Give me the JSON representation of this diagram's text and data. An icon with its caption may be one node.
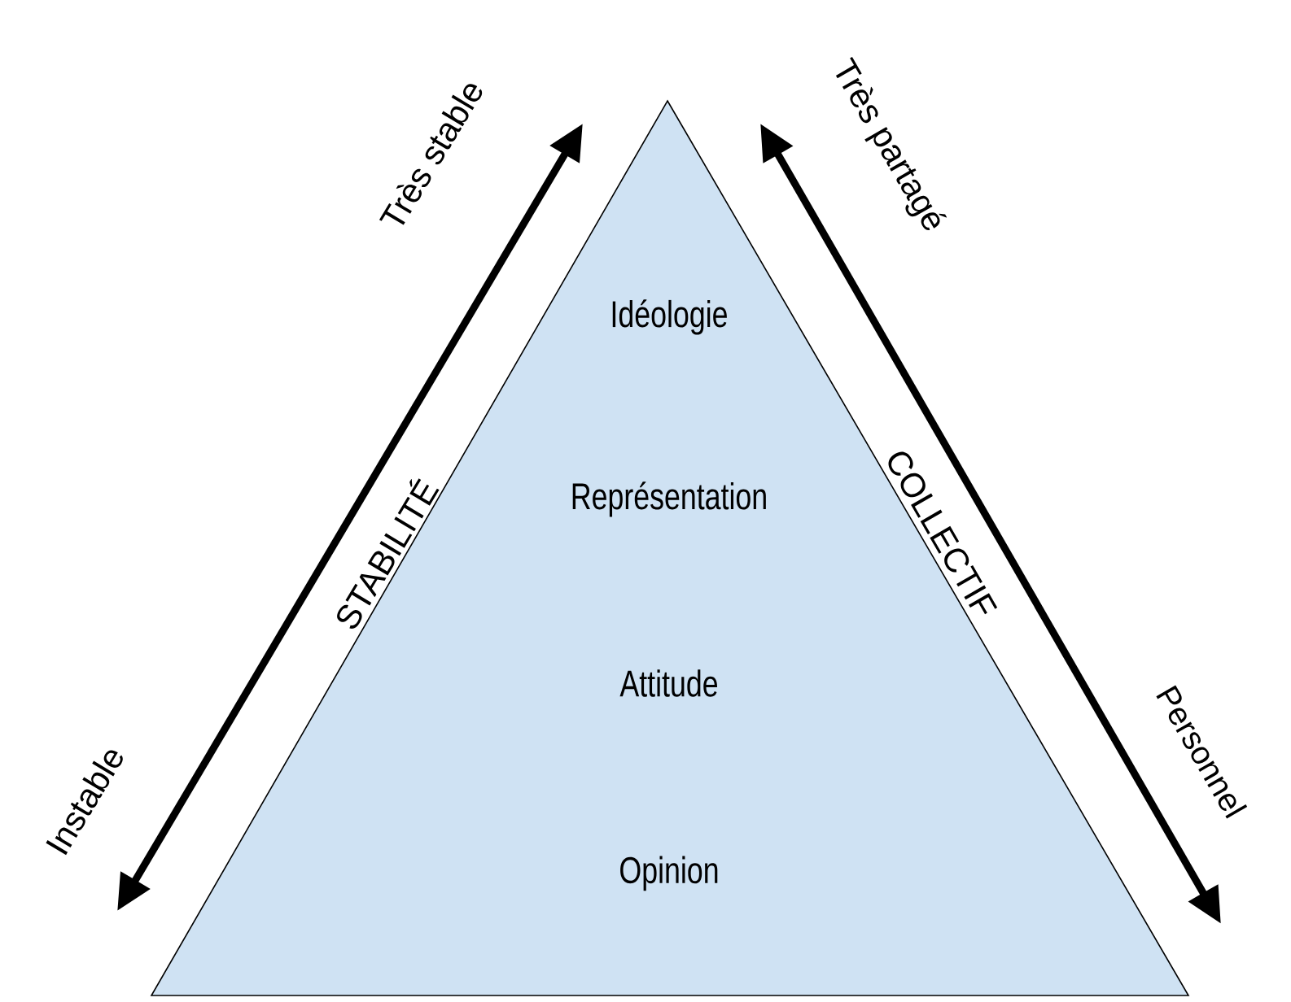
{
  "diagram": {
    "nodes": [
      {
        "text": [
          "Idéologie",
          "Représentation",
          "Attitude",
          "Opinion"
        ]
      }
    ],
    "labels": [
      "Très stable",
      "STABILITÉ",
      "Instable",
      "Très partagé",
      "COLLECTIF",
      "Personnel"
    ]
  }
}
